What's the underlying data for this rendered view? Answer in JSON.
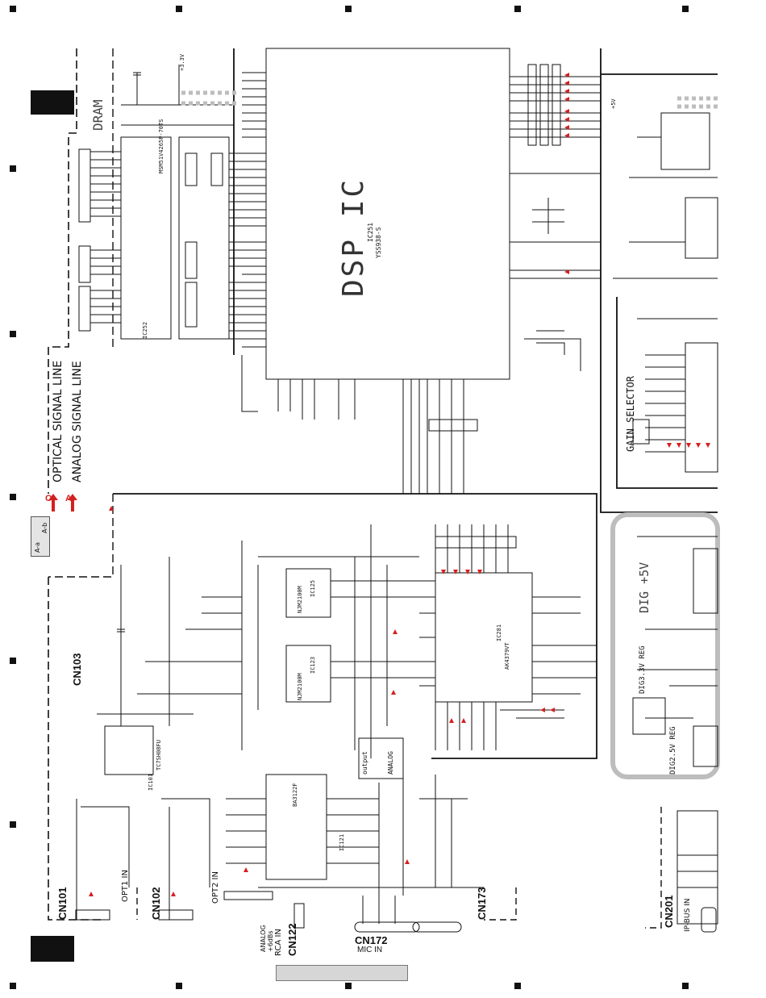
{
  "labels": {
    "dram": "DRAM",
    "dsp_ic": "DSP IC",
    "dsp_part": "YSS938-S",
    "dsp_ref": "IC251",
    "optical_line": "OPTICAL SIGNAL LINE",
    "analog_line": "ANALOG SIGNAL LINE",
    "optical_letter": "O",
    "analog_letter": "A",
    "gain_selector": "GAIN SELECTOR",
    "dig_5v": "DIG +5V",
    "dig_33v_reg": "DIG3.3V REG",
    "dig_25v_reg": "DIG2.5V REG",
    "ab_a": "A-a",
    "ab_b": "A-b",
    "adc_part": "AK4379VT",
    "adc_ref": "IC281",
    "opamp1_part": "NJM2100M",
    "opamp1_ref": "IC125",
    "opamp2_part": "NJM2100M",
    "opamp2_ref": "IC123",
    "opt_rx_part": "TC7SH08FU",
    "opt_rx_ref": "IC101",
    "sel_part": "BA3122F",
    "sel_ref": "IC121",
    "dram_part": "MSM51V4265P-70TS",
    "dram_ref": "IC252",
    "output": "output",
    "analog": "ANALOG",
    "supply_plus_33v": "+3.3V",
    "supply_plus_5v": "+5V"
  },
  "connectors": [
    {
      "id": "CN101",
      "desc": "OPT1 IN"
    },
    {
      "id": "CN102",
      "desc": "OPT2 IN"
    },
    {
      "id": "CN103",
      "desc": ""
    },
    {
      "id": "CN122",
      "desc": "RCA IN"
    },
    {
      "id": "CN172",
      "desc": "MIC IN"
    },
    {
      "id": "CN173",
      "desc": ""
    },
    {
      "id": "CN201",
      "desc": "IP-BUS IN"
    }
  ],
  "rca_note": "ANALOG\n+6dBs",
  "colors": {
    "line": "#111111",
    "signal_arrow": "#d42020",
    "power_box": "#bdbdbd",
    "tab": "#111111"
  }
}
